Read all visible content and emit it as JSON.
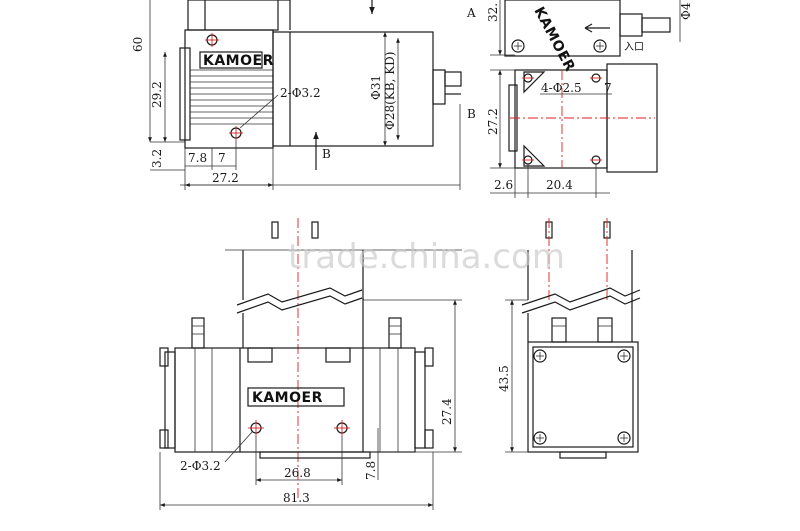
{
  "watermark": "trade.china.com",
  "brand": "KAMOER",
  "top_left_view": {
    "dims": [
      "60",
      "29.2",
      "3.2",
      "7.8",
      "7",
      "27.2"
    ],
    "hole_label": "2-Φ3.2",
    "diameter_outer": "Φ31",
    "diameter_inner": "Φ28(KB, KD)",
    "arrow_label": "B"
  },
  "top_right_view": {
    "label_a": "A",
    "label_b": "B",
    "dims": [
      "32.",
      "27.2",
      "2.6",
      "20.4",
      "Φ4"
    ],
    "hole_label": "4-Φ2.5",
    "hole_depth": "7",
    "inlet": "入口"
  },
  "bottom_left_view": {
    "dims": [
      "27.4",
      "7.8",
      "26.8",
      "81.3"
    ],
    "hole_label": "2-Φ3.2"
  },
  "bottom_right_view": {
    "dims": [
      "43.5"
    ]
  }
}
